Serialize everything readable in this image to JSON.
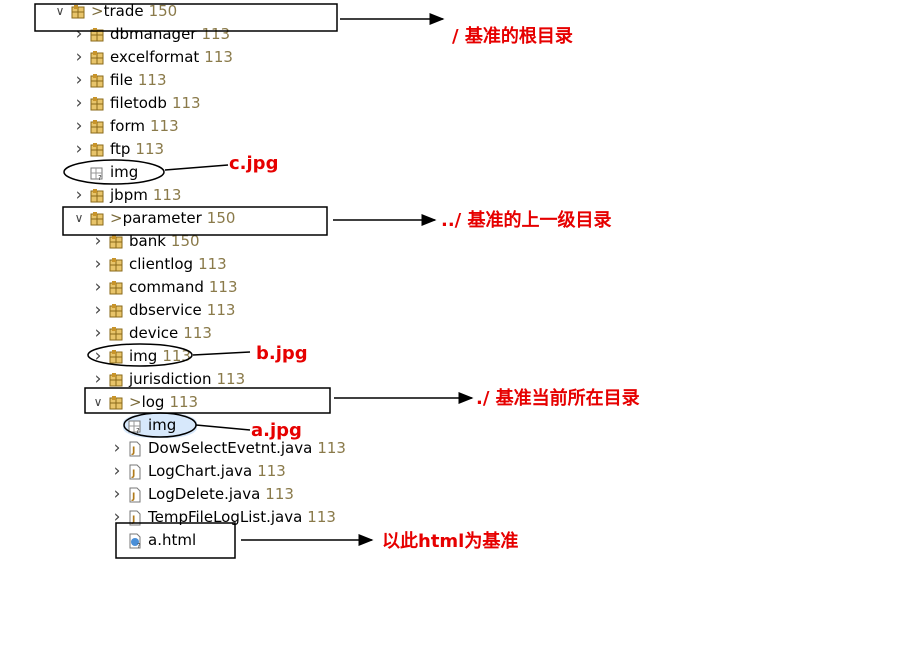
{
  "tree": [
    {
      "indent": 0,
      "expanded": true,
      "icon": "package-icon",
      "prefix": "> ",
      "label": "trade",
      "rev": "150"
    },
    {
      "indent": 1,
      "expanded": false,
      "icon": "package-icon",
      "prefix": "",
      "label": "dbmanager",
      "rev": "113"
    },
    {
      "indent": 1,
      "expanded": false,
      "icon": "package-icon",
      "prefix": "",
      "label": "excelformat",
      "rev": "113"
    },
    {
      "indent": 1,
      "expanded": false,
      "icon": "package-icon",
      "prefix": "",
      "label": "file",
      "rev": "113"
    },
    {
      "indent": 1,
      "expanded": false,
      "icon": "package-icon",
      "prefix": "",
      "label": "filetodb",
      "rev": "113"
    },
    {
      "indent": 1,
      "expanded": false,
      "icon": "package-icon",
      "prefix": "",
      "label": "form",
      "rev": "113"
    },
    {
      "indent": 1,
      "expanded": false,
      "icon": "package-icon",
      "prefix": "",
      "label": "ftp",
      "rev": "113"
    },
    {
      "indent": 1,
      "expanded": null,
      "icon": "folder-untracked-icon",
      "prefix": "",
      "label": "img",
      "rev": ""
    },
    {
      "indent": 1,
      "expanded": false,
      "icon": "package-icon",
      "prefix": "",
      "label": "jbpm",
      "rev": "113"
    },
    {
      "indent": 1,
      "expanded": true,
      "icon": "package-icon",
      "prefix": "> ",
      "label": "parameter",
      "rev": "150"
    },
    {
      "indent": 2,
      "expanded": false,
      "icon": "package-icon",
      "prefix": "",
      "label": "bank",
      "rev": "150"
    },
    {
      "indent": 2,
      "expanded": false,
      "icon": "package-icon",
      "prefix": "",
      "label": "clientlog",
      "rev": "113"
    },
    {
      "indent": 2,
      "expanded": false,
      "icon": "package-icon",
      "prefix": "",
      "label": "command",
      "rev": "113"
    },
    {
      "indent": 2,
      "expanded": false,
      "icon": "package-icon",
      "prefix": "",
      "label": "dbservice",
      "rev": "113"
    },
    {
      "indent": 2,
      "expanded": false,
      "icon": "package-icon",
      "prefix": "",
      "label": "device",
      "rev": "113"
    },
    {
      "indent": 2,
      "expanded": false,
      "icon": "package-icon",
      "prefix": "",
      "label": "img",
      "rev": "113"
    },
    {
      "indent": 2,
      "expanded": false,
      "icon": "package-icon",
      "prefix": "",
      "label": "jurisdiction",
      "rev": "113"
    },
    {
      "indent": 2,
      "expanded": true,
      "icon": "package-icon",
      "prefix": "> ",
      "label": "log",
      "rev": "113"
    },
    {
      "indent": 3,
      "expanded": null,
      "icon": "folder-untracked-icon",
      "prefix": "",
      "label": "img",
      "rev": ""
    },
    {
      "indent": 3,
      "expanded": false,
      "icon": "java-file-icon",
      "prefix": "",
      "label": "DowSelectEvetnt.java",
      "rev": "113"
    },
    {
      "indent": 3,
      "expanded": false,
      "icon": "java-file-icon",
      "prefix": "",
      "label": "LogChart.java",
      "rev": "113"
    },
    {
      "indent": 3,
      "expanded": false,
      "icon": "java-file-icon",
      "prefix": "",
      "label": "LogDelete.java",
      "rev": "113"
    },
    {
      "indent": 3,
      "expanded": false,
      "icon": "java-file-icon",
      "prefix": "",
      "label": "TempFileLogList.java",
      "rev": "113"
    },
    {
      "indent": 3,
      "expanded": null,
      "icon": "html-file-icon",
      "prefix": "",
      "label": "a.html",
      "rev": ""
    }
  ],
  "annotations": {
    "root": "/ 基准的根目录",
    "c_jpg": "c.jpg",
    "parent": "../ 基准的上一级目录",
    "b_jpg": "b.jpg",
    "current": "./ 基准当前所在目录",
    "a_jpg": "a.jpg",
    "base": "以此html为基准"
  },
  "colors": {
    "annotation": "#e60000",
    "revision": "#8a7a4a",
    "selection": "#d7e8fb"
  }
}
